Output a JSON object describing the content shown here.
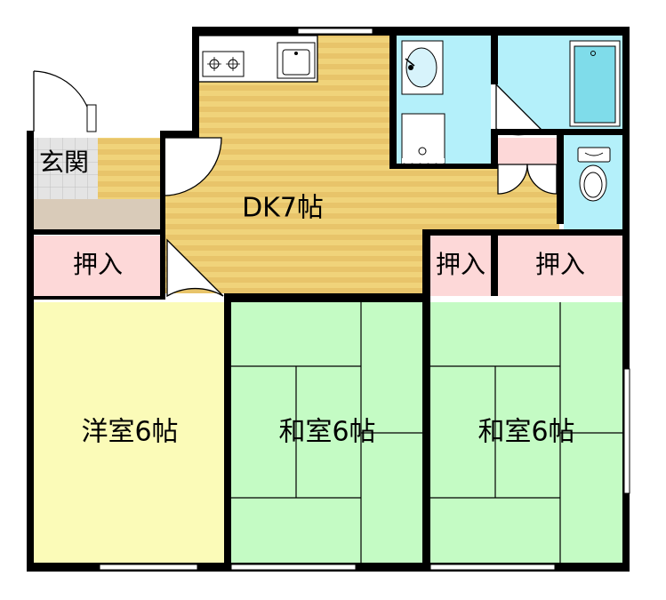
{
  "floorplan": {
    "rooms": {
      "genkan": "玄関",
      "dk": "DK7帖",
      "oshiire_left": "押入",
      "oshiire_mid": "押入",
      "oshiire_right": "押入",
      "youshitsu": "洋室6帖",
      "washitsu_1": "和室6帖",
      "washitsu_2": "和室6帖"
    },
    "colors": {
      "wall": "#000000",
      "dk_floor": "#f0d37a",
      "dk_stripe": "#e6c060",
      "genkan_tile": "#d8d8d8",
      "entry_step": "#d9cbb9",
      "storage": "#fdd8d8",
      "youshitsu": "#fbfbb8",
      "washitsu": "#c4fbc4",
      "wet_area": "#b4f0fa",
      "bathtub": "#7fdcea"
    }
  }
}
